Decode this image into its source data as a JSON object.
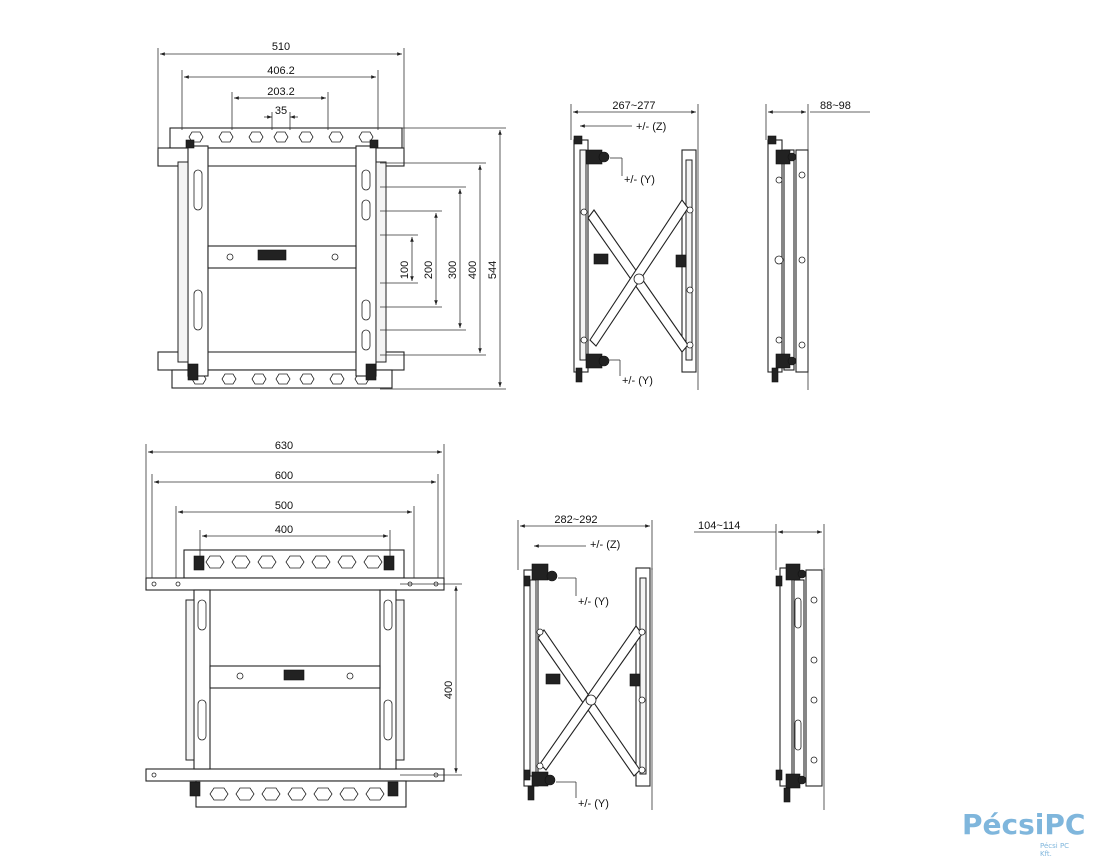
{
  "dims": {
    "top_front": {
      "w510": "510",
      "w406": "406.2",
      "w203": "203.2",
      "w35": "35",
      "h100": "100",
      "h200": "200",
      "h300": "300",
      "h400": "400",
      "h544": "544"
    },
    "top_side": {
      "range": "267~277",
      "z": "+/- (Z)",
      "y1": "+/- (Y)",
      "y2": "+/- (Y)"
    },
    "top_thin": {
      "range": "88~98"
    },
    "bottom_front": {
      "w630": "630",
      "w600": "600",
      "w500": "500",
      "w400": "400",
      "h400": "400"
    },
    "bottom_side": {
      "range": "282~292",
      "z": "+/- (Z)",
      "y1": "+/- (Y)",
      "y2": "+/- (Y)"
    },
    "bottom_thin": {
      "range": "104~114"
    }
  },
  "logo": {
    "name": "PécsiPC",
    "sub": "Pécsi PC Kft."
  }
}
